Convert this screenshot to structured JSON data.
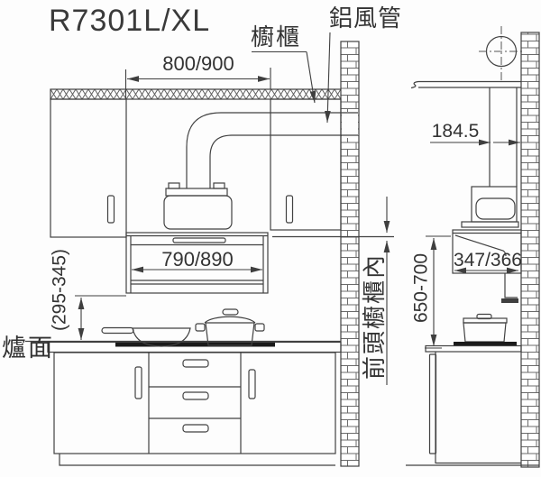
{
  "title": "R7301L/XL",
  "front_view": {
    "labels": {
      "cabinet": "櫥櫃",
      "aluminum_duct": "鋁風管",
      "stove_surface": "爐面",
      "inside_front_cabinet": "前頭櫥櫃內"
    },
    "dimensions": {
      "cabinet_opening_width": "800/900",
      "hood_width": "790/890",
      "hood_to_counter_height": "(295-345)"
    }
  },
  "side_view": {
    "dimensions": {
      "duct_to_wall": "184.5",
      "hood_depth": "347/366",
      "canopy_to_counter_height": "650-700"
    }
  },
  "colors": {
    "line": "#3f3f3f",
    "background": "#fdfdfd",
    "cooktop": "#1a1a1a"
  }
}
